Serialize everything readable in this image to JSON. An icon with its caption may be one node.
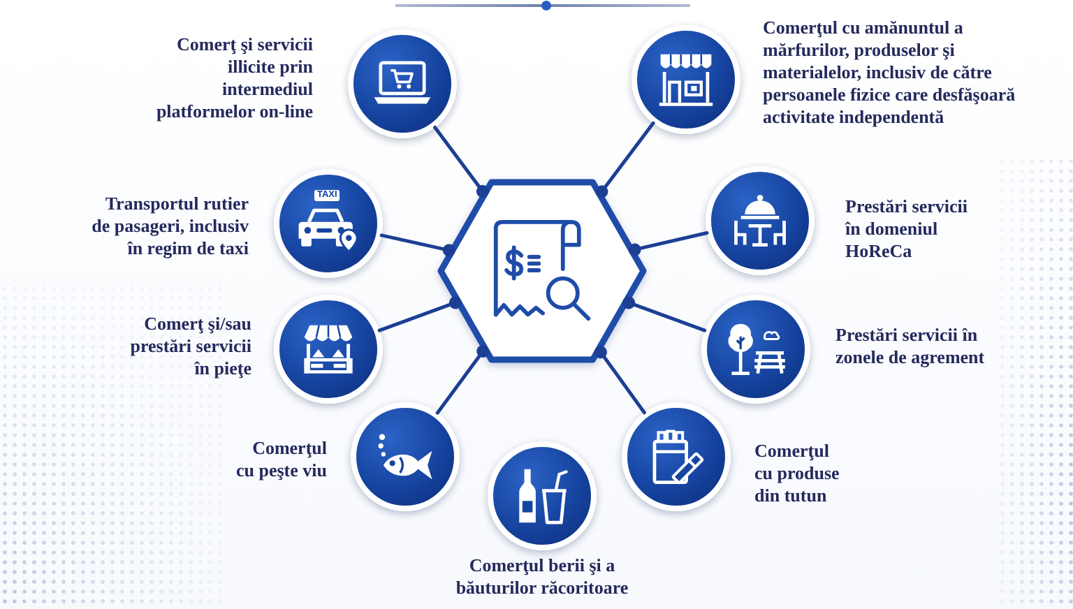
{
  "diagram": {
    "nodes": [
      {
        "text": [],
        "shape": "hexagon"
      },
      {
        "text": [],
        "shape": "circle",
        "beside": [
          "Comerţ şi servicii illicite prin intermediul platformelor on-line"
        ]
      },
      {
        "text": [],
        "shape": "circle",
        "beside": [
          "Comerţul cu amănuntul a mărfurilor, produselor şi materialelor, inclusiv de către persoanele fizice care desfăşoară activitate independentă"
        ]
      },
      {
        "text": [],
        "shape": "circle",
        "beside": [
          "Transportul rutier de pasageri, inclusiv în regim de taxi"
        ]
      },
      {
        "text": [],
        "shape": "circle",
        "beside": [
          "Prestări servicii în domeniul HoReCa"
        ]
      },
      {
        "text": [],
        "shape": "circle",
        "beside": [
          "Comerţ şi/sau prestări servicii în pieţe"
        ]
      },
      {
        "text": [],
        "shape": "circle",
        "beside": [
          "Prestări servicii în zonele de agrement"
        ]
      },
      {
        "text": [],
        "shape": "circle",
        "beside": [
          "Comerţul cu peşte viu"
        ]
      },
      {
        "text": [],
        "shape": "circle",
        "beside": [
          "Comerţul cu produse din tutun"
        ]
      },
      {
        "text": [],
        "shape": "circle",
        "beside": [
          "Comerţul berii şi a băuturilor răcoritoare"
        ]
      }
    ],
    "edges": [
      {
        "from": 0,
        "to": 1,
        "arrow": "other"
      },
      {
        "from": 0,
        "to": 2,
        "arrow": "other"
      },
      {
        "from": 0,
        "to": 3,
        "arrow": "other"
      },
      {
        "from": 0,
        "to": 4,
        "arrow": "other"
      },
      {
        "from": 0,
        "to": 5,
        "arrow": "other"
      },
      {
        "from": 0,
        "to": 6,
        "arrow": "other"
      },
      {
        "from": 0,
        "to": 7,
        "arrow": "other"
      },
      {
        "from": 0,
        "to": 8,
        "arrow": "other"
      }
    ],
    "labels": [
      "TAXI"
    ]
  }
}
